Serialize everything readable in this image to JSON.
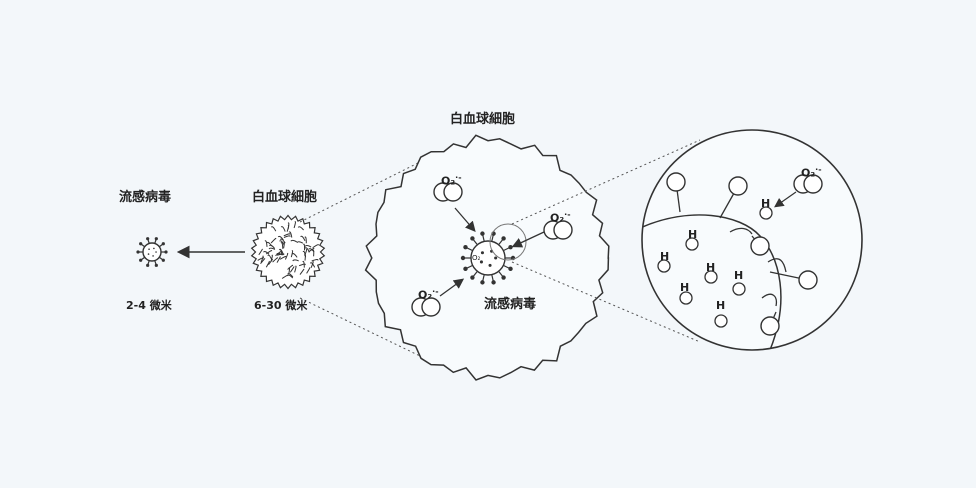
{
  "virus_small": {
    "name": "流感病毒",
    "size": "2-4  微米"
  },
  "wbc_small": {
    "name": "白血球細胞",
    "size": "6-30  微米"
  },
  "wbc_large": {
    "name": "白血球細胞"
  },
  "virus_inside": {
    "name": "流感病毒"
  },
  "molecules": {
    "superoxide": "O₂",
    "superoxide_charge": "·-",
    "hydrogen": "H",
    "virus_mark": "O₂"
  },
  "colors": {
    "background": "#f3f7fa",
    "stroke": "#333333",
    "dotted": "#555555"
  }
}
